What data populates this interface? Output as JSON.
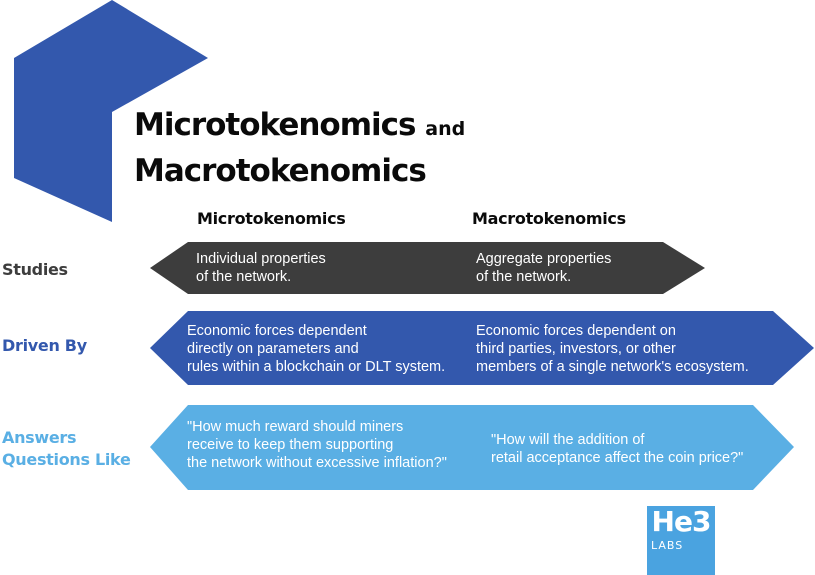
{
  "title": {
    "line1_main": "Microtokenomics",
    "line1_small": "and",
    "line2": "Macrotokenomics"
  },
  "columns": {
    "micro": "Microtokenomics",
    "macro": "Macrotokenomics"
  },
  "rows": [
    {
      "label_lines": [
        "Studies"
      ],
      "micro_lines": [
        "Individual properties",
        "of the network."
      ],
      "macro_lines": [
        "Aggregate properties",
        "of the network."
      ],
      "color": "#3d3d3d"
    },
    {
      "label_lines": [
        "Driven By"
      ],
      "micro_lines": [
        "Economic forces dependent",
        "directly on parameters and",
        "rules within a blockchain or DLT system."
      ],
      "macro_lines": [
        "Economic forces dependent on",
        "third parties, investors, or other",
        "members of a single network's ecosystem."
      ],
      "color": "#3358ad"
    },
    {
      "label_lines": [
        "Answers",
        "Questions Like"
      ],
      "micro_lines": [
        "\"How much reward should miners",
        "receive to keep them supporting",
        "the network without excessive inflation?\""
      ],
      "macro_lines": [
        "\"How will the addition of",
        "retail acceptance affect the coin price?\""
      ],
      "color": "#5aafe4"
    }
  ],
  "logo": {
    "main": "He3",
    "sub": "LABS",
    "color": "#4aa3e0"
  },
  "colors": {
    "accent_blue": "#3358ad",
    "dark_gray": "#3d3d3d",
    "light_blue": "#5aafe4"
  }
}
